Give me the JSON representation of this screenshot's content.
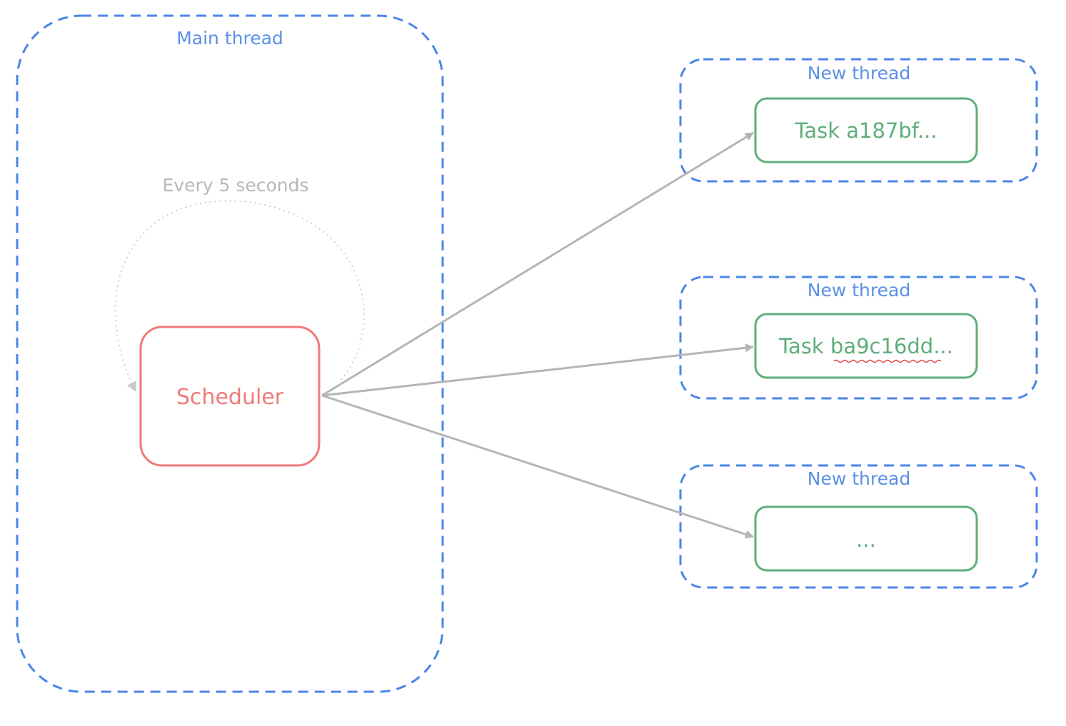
{
  "colors": {
    "thread_border": "#4a86e8",
    "thread_label": "#5b8fe6",
    "scheduler": "#f07a78",
    "task": "#5fae7a",
    "arrow": "#b5b5b5",
    "loop_label": "#b8b8b8",
    "spellcheck": "#e04444"
  },
  "main_thread": {
    "label": "Main thread"
  },
  "scheduler": {
    "label": "Scheduler",
    "loop_label": "Every 5 seconds"
  },
  "new_threads": [
    {
      "label": "New thread",
      "task_label": "Task a187bf..."
    },
    {
      "label": "New thread",
      "task_label": "Task ba9c16dd..."
    },
    {
      "label": "New thread",
      "task_label": "..."
    }
  ]
}
